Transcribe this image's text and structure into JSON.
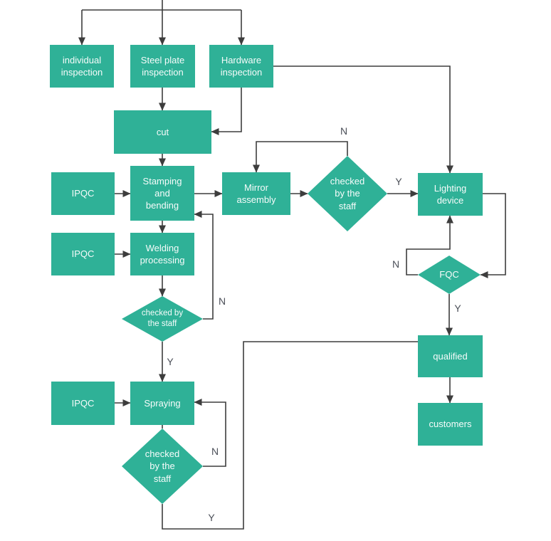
{
  "diagram": {
    "type": "flowchart",
    "colors": {
      "node_fill": "#2fb197",
      "node_text": "#ffffff",
      "line": "#3d3d3d",
      "label_text": "#4b4f58",
      "background": "#ffffff"
    },
    "nodes": {
      "individual_inspection": {
        "label": "individual inspection",
        "shape": "process"
      },
      "steel_plate_inspection": {
        "label": "Steel plate inspection",
        "shape": "process"
      },
      "hardware_inspection": {
        "label": "Hardware inspection",
        "shape": "process"
      },
      "cut": {
        "label": "cut",
        "shape": "process"
      },
      "ipqc_1": {
        "label": "IPQC",
        "shape": "process"
      },
      "stamping_and_bending": {
        "label": "Stamping and bending",
        "shape": "process"
      },
      "mirror_assembly": {
        "label": "Mirror assembly",
        "shape": "process"
      },
      "checked_mirror": {
        "label": "checked by the staff",
        "shape": "decision"
      },
      "lighting_device": {
        "label": "Lighting device",
        "shape": "process"
      },
      "ipqc_2": {
        "label": "IPQC",
        "shape": "process"
      },
      "welding_processing": {
        "label": "Welding processing",
        "shape": "process"
      },
      "checked_welding": {
        "label": "checked by the staff",
        "shape": "decision"
      },
      "fqc": {
        "label": "FQC",
        "shape": "decision"
      },
      "qualified": {
        "label": "qualified",
        "shape": "process"
      },
      "customers": {
        "label": "customers",
        "shape": "process"
      },
      "ipqc_3": {
        "label": "IPQC",
        "shape": "process"
      },
      "spraying": {
        "label": "Spraying",
        "shape": "process"
      },
      "checked_spraying": {
        "label": "checked by the staff",
        "shape": "decision"
      }
    },
    "edge_labels": {
      "mirror_check_n": "N",
      "mirror_check_y": "Y",
      "fqc_n": "N",
      "fqc_y": "Y",
      "welding_check_n": "N",
      "welding_check_y": "Y",
      "spraying_check_n": "N",
      "spraying_check_y": "Y"
    },
    "edges": [
      {
        "from": "top_entry",
        "to": "individual_inspection"
      },
      {
        "from": "top_entry",
        "to": "steel_plate_inspection"
      },
      {
        "from": "top_entry",
        "to": "hardware_inspection"
      },
      {
        "from": "steel_plate_inspection",
        "to": "cut"
      },
      {
        "from": "hardware_inspection",
        "to": "cut"
      },
      {
        "from": "hardware_inspection",
        "to": "lighting_device"
      },
      {
        "from": "cut",
        "to": "stamping_and_bending"
      },
      {
        "from": "ipqc_1",
        "to": "stamping_and_bending"
      },
      {
        "from": "stamping_and_bending",
        "to": "mirror_assembly"
      },
      {
        "from": "stamping_and_bending",
        "to": "welding_processing"
      },
      {
        "from": "ipqc_2",
        "to": "welding_processing"
      },
      {
        "from": "mirror_assembly",
        "to": "checked_mirror"
      },
      {
        "from": "checked_mirror",
        "to": "mirror_assembly",
        "label": "N"
      },
      {
        "from": "checked_mirror",
        "to": "lighting_device",
        "label": "Y"
      },
      {
        "from": "lighting_device",
        "to": "fqc"
      },
      {
        "from": "fqc",
        "to": "lighting_device",
        "label": "N"
      },
      {
        "from": "fqc",
        "to": "qualified",
        "label": "Y"
      },
      {
        "from": "qualified",
        "to": "customers"
      },
      {
        "from": "welding_processing",
        "to": "checked_welding"
      },
      {
        "from": "checked_welding",
        "to": "stamping_and_bending",
        "label": "N"
      },
      {
        "from": "checked_welding",
        "to": "spraying",
        "label": "Y"
      },
      {
        "from": "ipqc_3",
        "to": "spraying"
      },
      {
        "from": "spraying",
        "to": "checked_spraying"
      },
      {
        "from": "checked_spraying",
        "to": "spraying",
        "label": "N"
      },
      {
        "from": "checked_spraying",
        "to": "qualified",
        "label": "Y"
      }
    ]
  }
}
